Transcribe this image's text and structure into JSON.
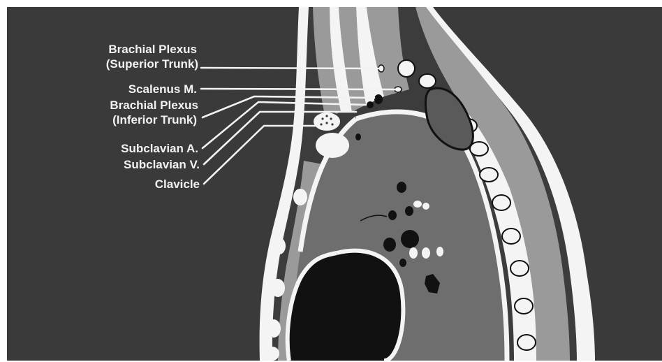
{
  "labels": {
    "brachial_superior_line1": "Brachial Plexus",
    "brachial_superior_line2": "(Superior Trunk)",
    "scalenus": "Scalenus M.",
    "brachial_inferior_line1": "Brachial Plexus",
    "brachial_inferior_line2": "(Inferior Trunk)",
    "subclavian_artery": "Subclavian A.",
    "subclavian_vein": "Subclavian V.",
    "clavicle": "Clavicle"
  },
  "colors": {
    "background": "#3a3a3a",
    "tissue_outline": "#f4f4f4",
    "muscle": "#9a9a9a",
    "lung": "#6e6e6e",
    "dark": "#111111",
    "label_text": "#f2f2f2"
  }
}
